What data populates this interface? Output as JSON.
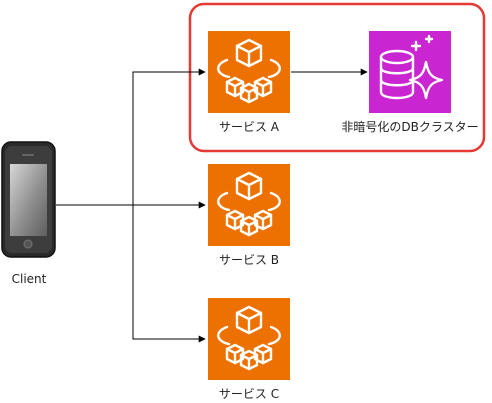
{
  "client": {
    "label": "Client",
    "icon": "smartphone-icon"
  },
  "services": [
    {
      "id": "a",
      "label": "サービス A",
      "icon": "microservice-cubes-icon",
      "color": "#ED7100"
    },
    {
      "id": "b",
      "label": "サービス B",
      "icon": "microservice-cubes-icon",
      "color": "#ED7100"
    },
    {
      "id": "c",
      "label": "サービス C",
      "icon": "microservice-cubes-icon",
      "color": "#ED7100"
    }
  ],
  "database": {
    "label": "非暗号化のDBクラスター",
    "icon": "database-sparkle-icon",
    "color": "#C925D1"
  },
  "highlight": {
    "color": "#E53935"
  }
}
